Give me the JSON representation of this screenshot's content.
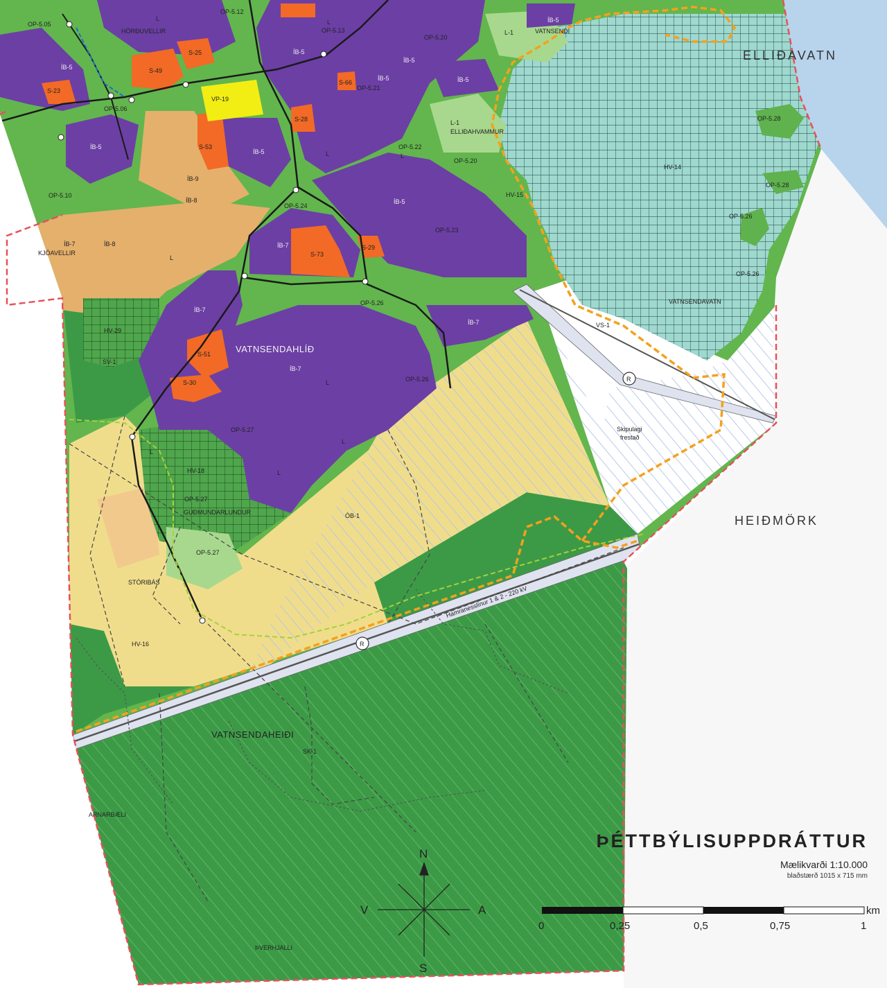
{
  "map": {
    "title": "ÞÉTTBÝLISUPPDRÁTTUR",
    "scale_text": "Mælikvarði 1:10.000",
    "sheet_text": "blaðstærð 1015 x 715 mm",
    "compass": {
      "n": "N",
      "s": "S",
      "e": "A",
      "w": "V"
    },
    "scalebar": {
      "ticks": [
        "0",
        "0,25",
        "0,5",
        "0,75",
        "1"
      ],
      "unit": "km"
    },
    "colors": {
      "residential": "#6c3fa5",
      "service": "#f26a25",
      "green": "#62b64d",
      "forest": "#3c9a47",
      "lightgreen": "#a8d88d",
      "lake": "#9ed8cf",
      "water": "#b8d4ec",
      "suburban": "#e5b06c",
      "open": "#f0dd8c",
      "yellow": "#f2ee14",
      "boundary": "#e8505b",
      "orange_line": "#f4a11d"
    },
    "places": {
      "ellidavatn": "ELLIÐAVATN",
      "heidmork": "HEIÐMÖRK",
      "vatnsendahlid": "VATNSENDAHLÍÐ",
      "vatnsendaheidi": "VATNSENDAHEIÐI",
      "skipulagi": "Skipulagi",
      "frestad": "frestað",
      "kjoavellir": "KJÓAVELLIR",
      "storibas": "STÓRIBÁS",
      "arnarbaeli": "ARNARBÆLI",
      "thverhjalli": "ÞVERHJALLI",
      "vatnsendavatn": "VATNSENDAVATN",
      "hordurvellir": "HÖRÐUVELLIR",
      "ellidarhvammur": "ELLIÐAHVAMMUR",
      "gudmundarlundur": "GUÐMUNDARLUNDUR",
      "vatnsendi": "VATNSENDI",
      "power_line": "Hamranesslínur 1 & 2 - 220 kV"
    },
    "zones": {
      "ib5": "ÍB-5",
      "ib7": "ÍB-7",
      "ib8": "ÍB-8",
      "ib9": "ÍB-9",
      "s23": "S-23",
      "s49": "S-49",
      "s25": "S-25",
      "s53": "S-53",
      "s28": "S-28",
      "s66": "S-66",
      "s73": "S-73",
      "s29": "S-29",
      "s51": "S-51",
      "s30": "S-30",
      "vp19": "VP-19",
      "l1": "L-1",
      "hv14": "HV-14",
      "hv15": "HV-15",
      "hv18": "HV-18",
      "hv16": "HV-16",
      "hv29": "HV-29",
      "vs1": "VS-1",
      "ob1": "ÓB-1",
      "sk1": "SK-1",
      "sv1": "SV-1",
      "op505": "OP-5.05",
      "op506": "OP-5.06",
      "op510": "OP-5.10",
      "op512": "OP-5.12",
      "op513": "OP-5.13",
      "op520": "OP-5.20",
      "op521": "OP-5.21",
      "op522": "OP-5.22",
      "op523": "OP-5.23",
      "op524": "OP-5.24",
      "op526": "OP-5.26",
      "op527": "OP-5.27",
      "op528": "OP-5.28",
      "l": "L",
      "r": "R"
    }
  }
}
